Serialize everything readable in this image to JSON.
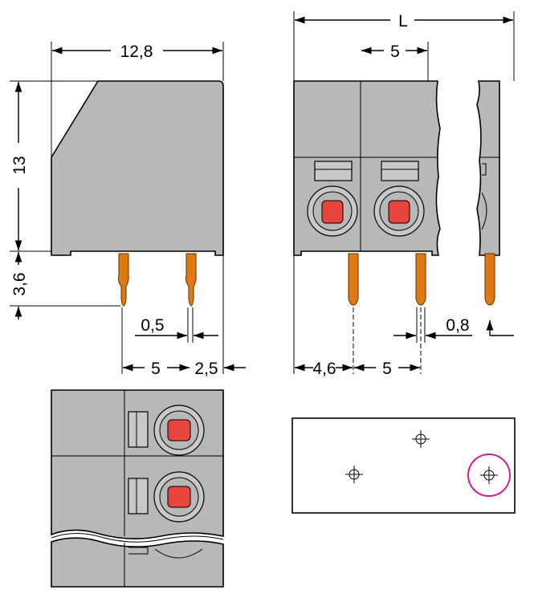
{
  "dimensions": {
    "width_total": "12,8",
    "height": "13",
    "pin_length": "3,6",
    "pin_width_side": "0,5",
    "pitch_side": "5",
    "pin_offset_side": "2,5",
    "length": "L",
    "pitch_front_top": "5",
    "first_pin_offset": "4,6",
    "pitch_front_bottom": "5",
    "pin_width_front": "0,8"
  },
  "colors": {
    "housing": "#b8b8b8",
    "housing_light": "#c8c8c8",
    "button": "#e8453c",
    "pin": "#e07a10",
    "highlight_circle": "#d0208c",
    "line": "#000000"
  },
  "icons": {
    "pcb_hole": "crosshair-circle-icon",
    "reference_mark": "corner-arrow-icon"
  }
}
